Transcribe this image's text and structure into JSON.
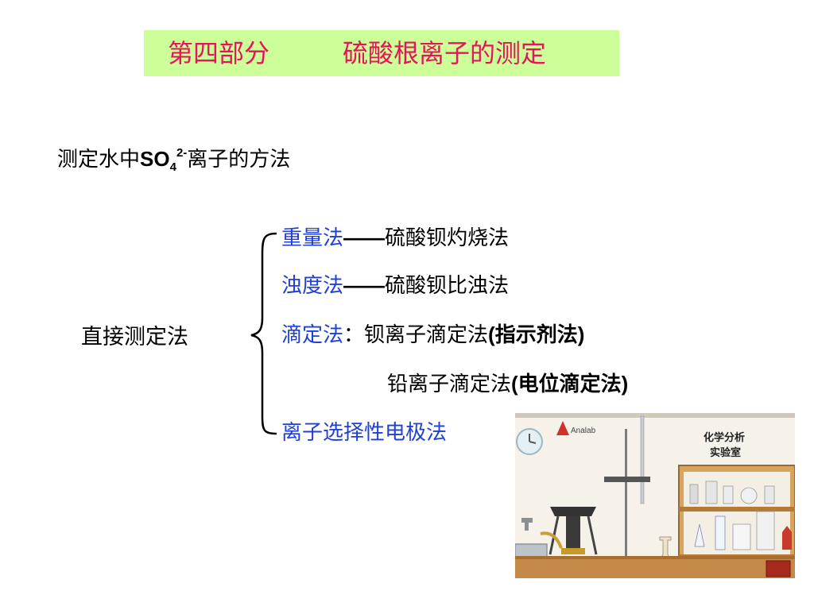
{
  "title": {
    "part": "第四部分",
    "topic": "硫酸根离子的测定"
  },
  "subtitle": {
    "prefix": "测定水中",
    "ion": "SO",
    "sub": "4",
    "sup": "2-",
    "suffix": "离子的方法"
  },
  "left_label": "直接测定法",
  "methods": [
    {
      "name": "重量法",
      "sep": "——",
      "detail": "硫酸钡灼烧法"
    },
    {
      "name": "浊度法",
      "sep": "——",
      "detail": "硫酸钡比浊法"
    },
    {
      "name": "滴定法",
      "sep": "：",
      "detail": "钡离子滴定法",
      "paren": "(指示剂法)"
    },
    {
      "detail": "铅离子滴定法",
      "paren": "(电位滴定法)"
    },
    {
      "name": "离子选择性电极法"
    }
  ],
  "lab_image": {
    "sign_line1": "化学分析",
    "sign_line2": "实验室",
    "logo": "Analab"
  },
  "colors": {
    "title_bg": "#ccff99",
    "title_text": "#e8145a",
    "method_name": "#1f3fd8",
    "text": "#000000"
  }
}
